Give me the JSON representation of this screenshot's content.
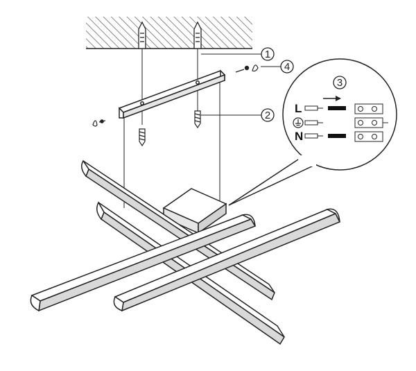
{
  "callouts": [
    "1",
    "2",
    "3",
    "4"
  ],
  "wiring": {
    "terminals": [
      "L",
      "",
      "N"
    ],
    "ground_symbol": "earth-ground-icon"
  },
  "colors": {
    "line": "#222222",
    "hatch": "#555555",
    "bar_fill": "#ffffff",
    "shade": "#cfcfcf"
  }
}
